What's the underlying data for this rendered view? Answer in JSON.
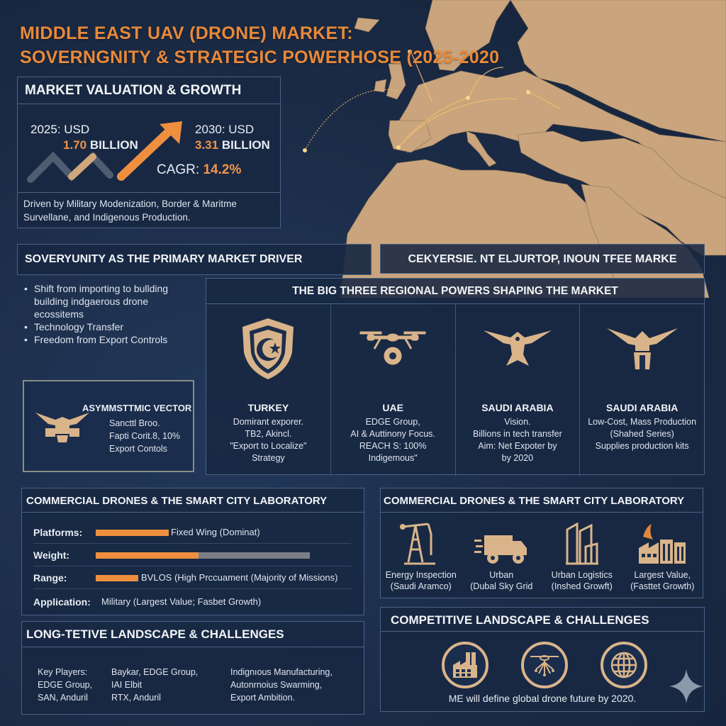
{
  "header": {
    "title_line1": "MIDDLE EAST UAV (DRONE) MARKET:",
    "title_line2": "SOVERNGNITY & STRATEGIC POWERHOSE (2025-2020"
  },
  "colors": {
    "background": "#1b2b45",
    "accent_orange": "#ee8f3f",
    "land_tan": "#c9a47c",
    "icon_gold": "#d9b48a",
    "panel_border": "#4a6386"
  },
  "valuation": {
    "heading": "MARKET VALUATION & GROWTH",
    "start_year_label": "2025: USD",
    "start_value": "1.70",
    "start_unit": "BILLION",
    "end_year_label": "2030: USD",
    "end_value": "3.31",
    "end_unit": "BILLION",
    "cagr_label": "CAGR:",
    "cagr_value": "14.2%",
    "note": "Driven by Military Modenization, Border & Maritme Survellane, and Indigenous Production."
  },
  "sovereignty": {
    "heading": "SOVERYUNITY AS THE PRIMARY MARKET DRIVER",
    "bullets": [
      "Shift from importing to bullding building indgaerous drone ecossitems",
      "Technology Transfer",
      "Freedom from Export Controls"
    ]
  },
  "garbled_panel": {
    "heading": "CEKYERSIE. NT ELJURTOP, INOUN TFEE MARKE"
  },
  "asymmetric": {
    "heading": "ASYMMSTTMIC VECTOR",
    "lines": [
      "Sancttl Broo.",
      "Fapti Corit.8, 10%",
      "Export Contols"
    ]
  },
  "big_three": {
    "heading": "THE BIG THREE REGIONAL POWERS SHAPING THE MARKET",
    "powers": [
      {
        "name": "TURKEY",
        "icon": "shield-crescent-icon",
        "lines": [
          "Domirant exporer.",
          "TB2, Akincl.",
          "\"Export to Localize\"",
          "Strategy"
        ]
      },
      {
        "name": "UAE",
        "icon": "drone-gear-icon",
        "lines": [
          "EDGE Group,",
          "AI & Auttinony Focus.",
          "REACH S: 100%",
          "Indigemous\""
        ]
      },
      {
        "name": "SAUDI ARABIA",
        "icon": "eagle-icon",
        "lines": [
          "Vision.",
          "Billions in tech transfer",
          "Aim: Net Expoter by",
          "by 2020"
        ]
      },
      {
        "name": "SAUDI ARABIA",
        "icon": "eagle-shield-icon",
        "lines": [
          "Low-Cost, Mass Production",
          "(Shahed Series)",
          "Supplies production kits"
        ]
      }
    ]
  },
  "commercial_left": {
    "heading": "COMMERCIAL DRONES & THE SMART CITY LABORATORY",
    "rows": [
      {
        "label": "Platforms:",
        "bar_pct": 31,
        "text": "Fixed Wing (Dominat)"
      },
      {
        "label": "Weight:",
        "bar_pct": 44,
        "track_pct": 92,
        "text": ""
      },
      {
        "label": "Range:",
        "bar_pct": 18,
        "text": "BVLOS (High Prccuament (Majority of Missions)"
      },
      {
        "label": "Application:",
        "text": "Military (Largest Value; Fasbet Growth)"
      }
    ]
  },
  "commercial_right": {
    "heading": "COMMERCIAL DRONES & THE SMART CITY LABORATORY",
    "items": [
      {
        "icon": "oil-pump-icon",
        "line1": "Energy Inspection",
        "line2": "(Saudi Aramco)"
      },
      {
        "icon": "delivery-truck-icon",
        "line1": "Urban",
        "line2": "(Dubal Sky Grid"
      },
      {
        "icon": "city-buildings-icon",
        "line1": "Urban Logistics",
        "line2": "(Inshed Growft)"
      },
      {
        "icon": "factory-icon",
        "line1": "Largest Value,",
        "line2": "(Fasttet Growth)"
      }
    ]
  },
  "long_term": {
    "heading": "LONG-TETIVE LANDSCAPE & CHALLENGES",
    "col1": [
      "Key Players:",
      "EDGE Group,",
      "SAN, Anduril"
    ],
    "col2": [
      "Baykar, EDGE Group,",
      "IAI  Elbit",
      "RTX, Anduril"
    ],
    "col3": [
      "Indignıous Manufacturing,",
      "Autonrnoius Swarming,",
      "Export Ambition."
    ]
  },
  "competitive": {
    "heading": "COMPETITIVE LANDSCAPE & CHALLENGES",
    "icons": [
      "factory-icon",
      "drone-swarm-icon",
      "globe-icon"
    ],
    "note": "ME will define global drone future by 2020."
  }
}
